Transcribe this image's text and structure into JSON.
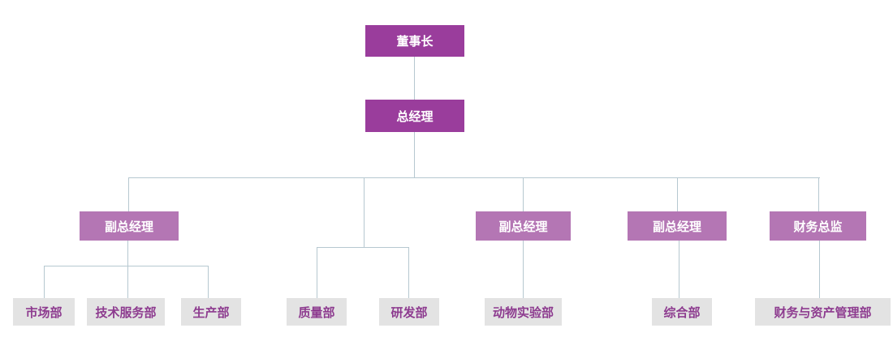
{
  "org_chart": {
    "colors": {
      "executive_box": "#9a3d9c",
      "manager_box": "#b476b4",
      "department_box": "#e3e3e3",
      "department_text": "#8d3b8f",
      "connector_line": "#b6c8d0",
      "executive_text": "#ffffff"
    },
    "nodes": {
      "chairman": {
        "label": "董事长",
        "level": 1
      },
      "general_manager": {
        "label": "总经理",
        "level": 2
      },
      "deputy_gm_1": {
        "label": "副总经理",
        "level": 3
      },
      "deputy_gm_2": {
        "label": "副总经理",
        "level": 3
      },
      "deputy_gm_3": {
        "label": "副总经理",
        "level": 3
      },
      "finance_director": {
        "label": "财务总监",
        "level": 3
      },
      "marketing_dept": {
        "label": "市场部",
        "level": 4
      },
      "tech_service_dept": {
        "label": "技术服务部",
        "level": 4
      },
      "production_dept": {
        "label": "生产部",
        "level": 4
      },
      "quality_dept": {
        "label": "质量部",
        "level": 4
      },
      "rnd_dept": {
        "label": "研发部",
        "level": 4
      },
      "animal_lab_dept": {
        "label": "动物实验部",
        "level": 4
      },
      "general_affairs_dept": {
        "label": "综合部",
        "level": 4
      },
      "finance_asset_dept": {
        "label": "财务与资产管理部",
        "level": 4
      }
    },
    "edges": [
      [
        "chairman",
        "general_manager"
      ],
      [
        "general_manager",
        "deputy_gm_1"
      ],
      [
        "general_manager",
        "quality_dept"
      ],
      [
        "general_manager",
        "rnd_dept"
      ],
      [
        "general_manager",
        "deputy_gm_2"
      ],
      [
        "general_manager",
        "deputy_gm_3"
      ],
      [
        "general_manager",
        "finance_director"
      ],
      [
        "deputy_gm_1",
        "marketing_dept"
      ],
      [
        "deputy_gm_1",
        "tech_service_dept"
      ],
      [
        "deputy_gm_1",
        "production_dept"
      ],
      [
        "deputy_gm_2",
        "animal_lab_dept"
      ],
      [
        "deputy_gm_3",
        "general_affairs_dept"
      ],
      [
        "finance_director",
        "finance_asset_dept"
      ]
    ]
  }
}
